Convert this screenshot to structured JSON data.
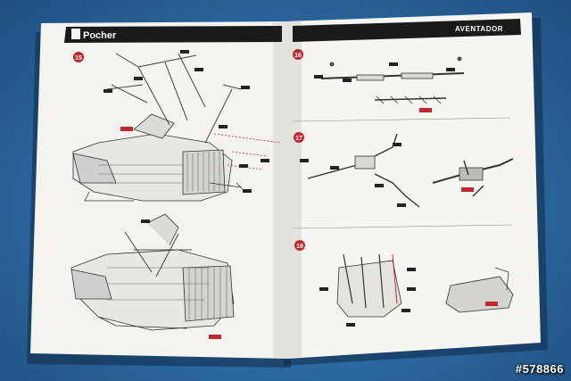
{
  "left_page": {
    "brand": "Pocher",
    "step_number": "15"
  },
  "right_page": {
    "model": "AVENTADOR",
    "steps": [
      "16",
      "17",
      "18"
    ]
  },
  "watermark": "#578866",
  "colors": {
    "background": "#2f6ea8",
    "header_bar": "#1a1a1a",
    "accent_red": "#c0282d",
    "paper": "#f4f3ef"
  }
}
